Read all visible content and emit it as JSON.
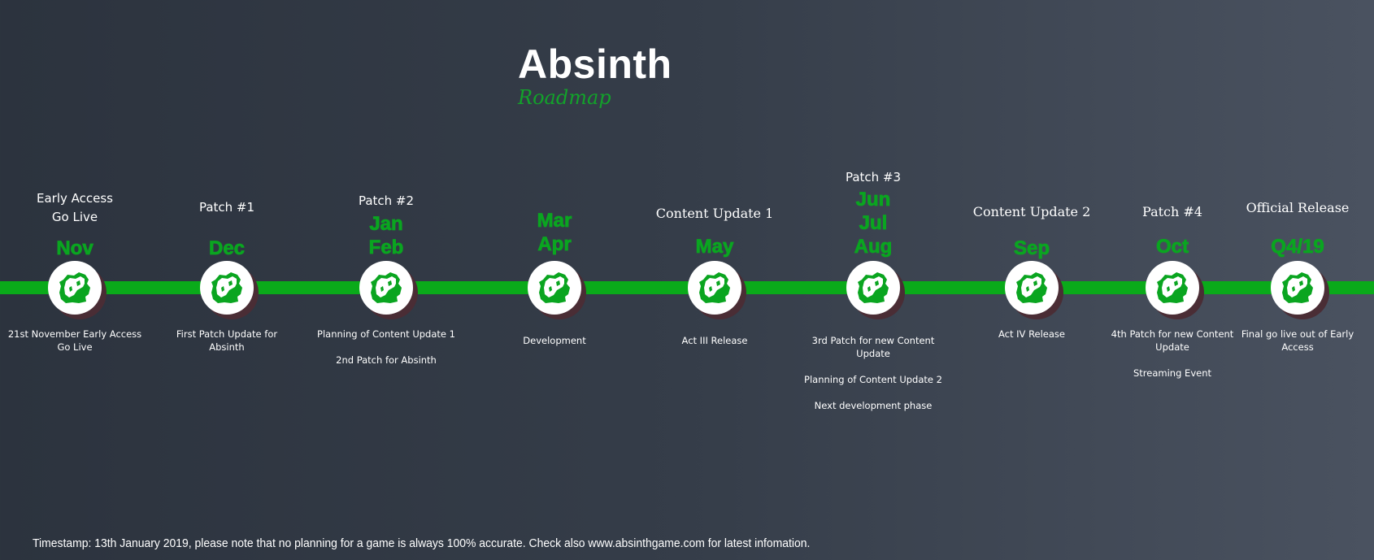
{
  "header": {
    "title": "Absinth",
    "subtitle": "Roadmap"
  },
  "colors": {
    "accent": "#0aaa1a",
    "background_left": "#2c333e",
    "background_right": "#4a5260"
  },
  "milestone_icon": "absinth-logo-icon",
  "milestones": [
    {
      "title": [
        "Early Access",
        "Go Live"
      ],
      "months": [
        "Nov"
      ],
      "details": [
        "21st November Early Access Go Live"
      ]
    },
    {
      "title": [
        "Patch #1"
      ],
      "months": [
        "Dec"
      ],
      "details": [
        "First Patch Update for Absinth"
      ]
    },
    {
      "title": [
        "Patch #2"
      ],
      "months": [
        "Jan",
        "Feb"
      ],
      "details": [
        "Planning of Content Update 1",
        "2nd Patch for Absinth"
      ]
    },
    {
      "title": [],
      "months": [
        "Mar",
        "Apr"
      ],
      "details": [
        "Development"
      ]
    },
    {
      "title": [
        "Content Update 1"
      ],
      "months": [
        "May"
      ],
      "details": [
        "Act III Release"
      ]
    },
    {
      "title": [
        "Patch #3"
      ],
      "months": [
        "Jun",
        "Jul",
        "Aug"
      ],
      "details": [
        "3rd Patch for new Content Update",
        "Planning of Content Update 2",
        "Next development phase"
      ]
    },
    {
      "title": [
        "Content Update 2"
      ],
      "months": [
        "Sep"
      ],
      "details": [
        "Act IV Release"
      ]
    },
    {
      "title": [
        "Patch #4"
      ],
      "months": [
        "Oct"
      ],
      "details": [
        "4th Patch for new Content Update",
        "Streaming Event"
      ]
    },
    {
      "title": [
        "Official Release"
      ],
      "months": [
        "Q4/19"
      ],
      "details": [
        "Final go live out of Early Access"
      ]
    }
  ],
  "footer": {
    "text": "Timestamp: 13th January 2019, please note that no planning for a game is always 100% accurate. Check also www.absinthgame.com for latest infomation."
  }
}
